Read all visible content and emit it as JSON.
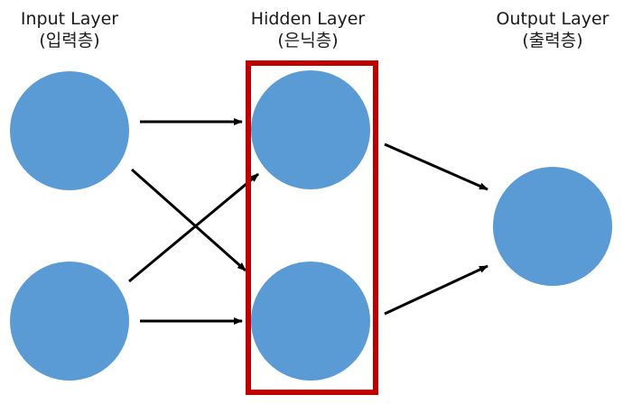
{
  "layers": {
    "input": {
      "title": "Input Layer",
      "subtitle": "(입력층)"
    },
    "hidden": {
      "title": "Hidden Layer",
      "subtitle": "(은닉층)"
    },
    "output": {
      "title": "Output Layer",
      "subtitle": "(출력층)"
    }
  },
  "colors": {
    "node_fill": "#5b9bd5",
    "arrow": "#000000",
    "highlight_box": "#c00000"
  },
  "highlight": "hidden-layer"
}
